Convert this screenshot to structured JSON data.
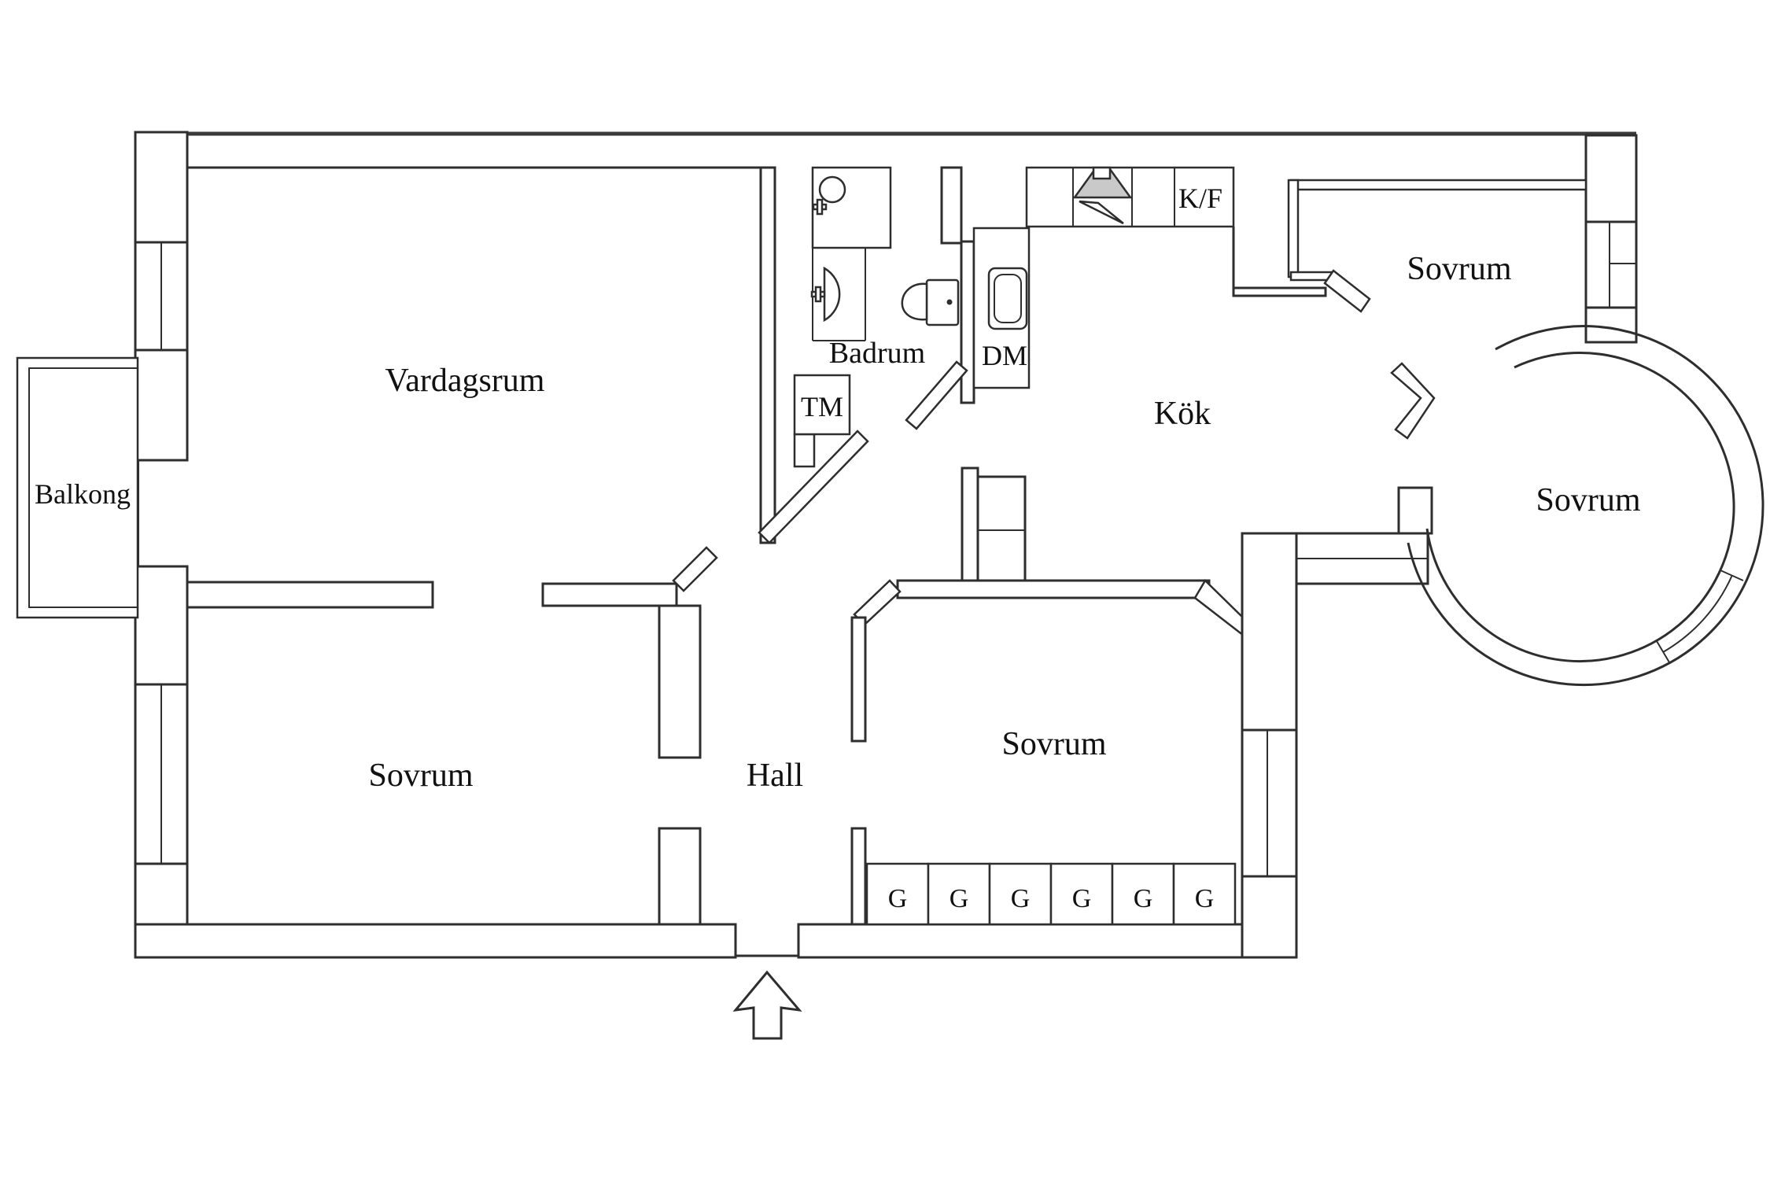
{
  "page": {
    "background": "#ffffff",
    "line_color": "#2e2e2e",
    "text_color": "#111111",
    "hood_fill": "#c9c9c9"
  },
  "rooms": {
    "vardagsrum": {
      "label": "Vardagsrum"
    },
    "balkong": {
      "label": "Balkong"
    },
    "sovrum_left": {
      "label": "Sovrum"
    },
    "hall": {
      "label": "Hall"
    },
    "sovrum_bottom": {
      "label": "Sovrum"
    },
    "badrum": {
      "label": "Badrum"
    },
    "kok": {
      "label": "Kök"
    },
    "sovrum_top_right": {
      "label": "Sovrum"
    },
    "sovrum_tower": {
      "label": "Sovrum"
    }
  },
  "appliances": {
    "washing_machine": "TM",
    "dishwasher": "DM",
    "fridge_freezer": "K/F"
  },
  "wardrobes": {
    "label": "G",
    "count": 6
  }
}
